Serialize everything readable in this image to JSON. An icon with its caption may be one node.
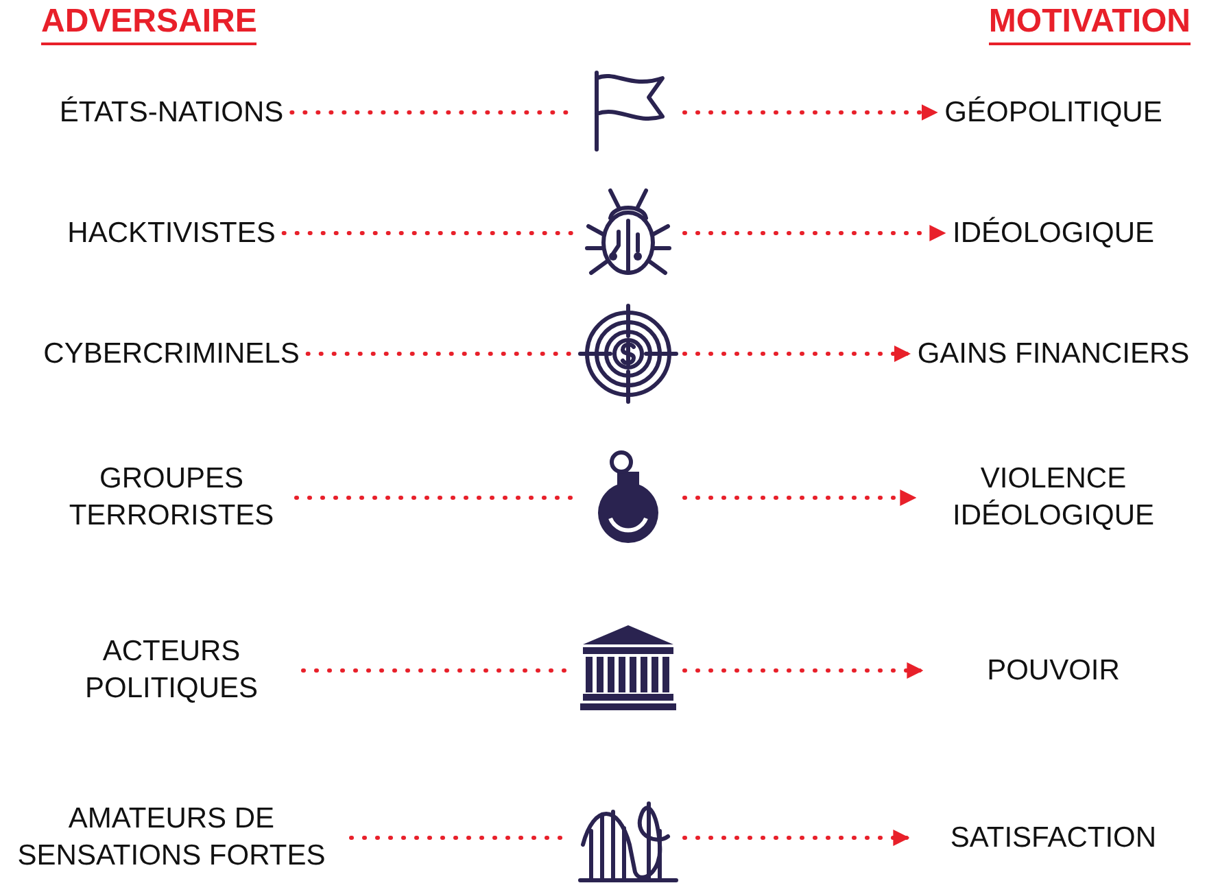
{
  "diagram": {
    "nodes": [
      {
        "text": [
          "ÉTATS-NATIONS"
        ]
      },
      {
        "text": [],
        "shape": "picture"
      },
      {
        "text": [
          "GÉOPOLITIQUE"
        ]
      },
      {
        "text": [
          "HACKTIVISTES"
        ]
      },
      {
        "text": [],
        "shape": "picture"
      },
      {
        "text": [
          "IDÉOLOGIQUE"
        ]
      },
      {
        "text": [
          "CYBERCRIMINELS"
        ]
      },
      {
        "text": [],
        "shape": "picture"
      },
      {
        "text": [
          "GAINS FINANCIERS"
        ]
      },
      {
        "text": [
          "GROUPES TERRORISTES"
        ]
      },
      {
        "text": [],
        "shape": "picture"
      },
      {
        "text": [
          "VIOLENCE IDÉOLOGIQUE"
        ]
      },
      {
        "text": [
          "ACTEURS POLITIQUES"
        ]
      },
      {
        "text": [],
        "shape": "picture"
      },
      {
        "text": [
          "POUVOIR"
        ]
      },
      {
        "text": [
          "AMATEURS DE SENSATIONS FORTES"
        ]
      },
      {
        "text": [],
        "shape": "picture"
      },
      {
        "text": [
          "SATISFACTION"
        ]
      }
    ],
    "edges": [
      {
        "from": 0,
        "to": 1,
        "arrow": "none",
        "style": "dashed"
      },
      {
        "from": 1,
        "to": 2,
        "arrow": "to",
        "style": "dashed"
      },
      {
        "from": 3,
        "to": 4,
        "arrow": "none",
        "style": "dashed"
      },
      {
        "from": 4,
        "to": 5,
        "arrow": "to",
        "style": "dashed"
      },
      {
        "from": 6,
        "to": 7,
        "arrow": "none",
        "style": "dashed"
      },
      {
        "from": 7,
        "to": 8,
        "arrow": "to",
        "style": "dashed"
      },
      {
        "from": 9,
        "to": 10,
        "arrow": "none",
        "style": "dashed"
      },
      {
        "from": 10,
        "to": 11,
        "arrow": "to",
        "style": "dashed"
      },
      {
        "from": 12,
        "to": 13,
        "arrow": "none",
        "style": "dashed"
      },
      {
        "from": 13,
        "to": 14,
        "arrow": "to",
        "style": "dashed"
      },
      {
        "from": 15,
        "to": 16,
        "arrow": "none",
        "style": "dashed"
      },
      {
        "from": 16,
        "to": 17,
        "arrow": "to",
        "style": "dashed"
      }
    ],
    "labels": [
      "ADVERSAIRE",
      "MOTIVATION"
    ]
  }
}
